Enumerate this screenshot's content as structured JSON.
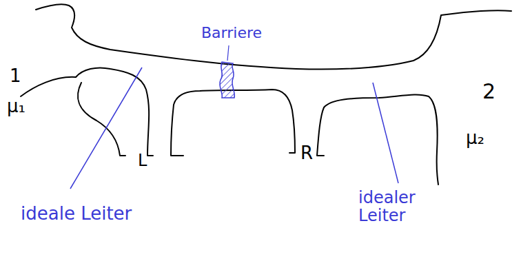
{
  "diagram": {
    "labels": [
      "Barriere",
      "1",
      "μ₁",
      "L",
      "R",
      "2",
      "μ₂",
      "ideale Leiter",
      "idealer Leiter"
    ]
  }
}
